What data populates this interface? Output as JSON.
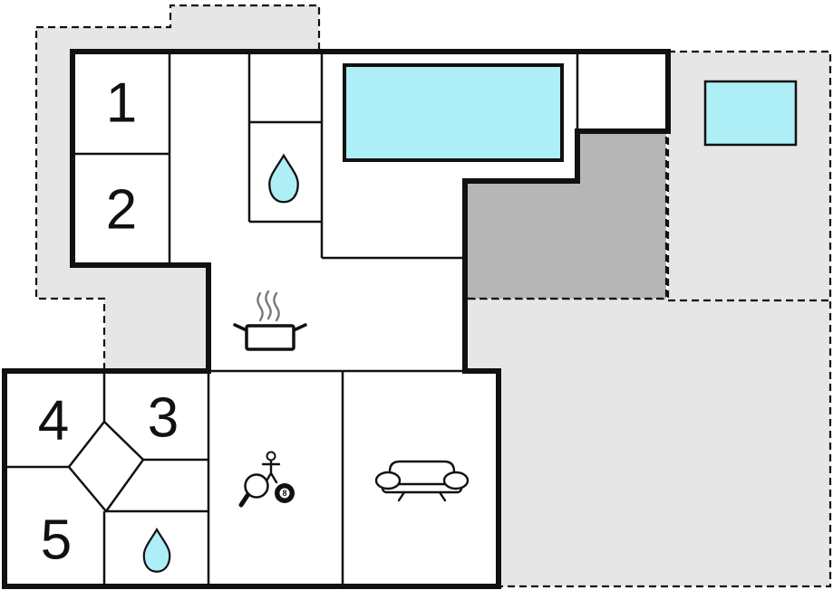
{
  "floor_plan": {
    "rooms": {
      "bedroom1": {
        "label": "1"
      },
      "bedroom2": {
        "label": "2"
      },
      "bedroom3": {
        "label": "3"
      },
      "bedroom4": {
        "label": "4"
      },
      "bedroom5": {
        "label": "5"
      }
    },
    "game_room": {
      "eight_ball_label": "8"
    },
    "colors": {
      "water": "#aeeef6",
      "terrace_light": "#e6e6e6",
      "terrace_dark": "#b6b6b6",
      "wall": "#111111",
      "background": "#ffffff",
      "steam": "#777777"
    },
    "icons": {
      "upper_bathroom": "water-drop",
      "lower_bathroom": "water-drop",
      "kitchen": "cooking-pot-with-steam",
      "game_room": [
        "table-tennis-paddle",
        "eight-ball",
        "foosball-player"
      ],
      "living_room": "sofa",
      "main_pool": "swimming-pool",
      "outdoor_tub": "hot-tub"
    }
  }
}
